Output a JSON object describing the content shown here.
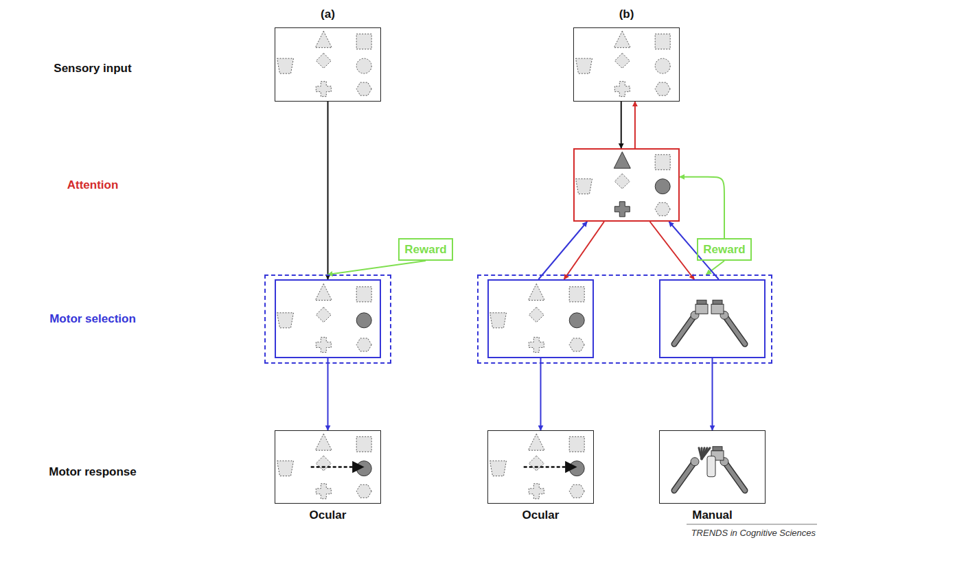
{
  "diagram": {
    "nodes": [
      {
        "text": [
          "(a)"
        ]
      },
      {
        "text": [
          "(b)"
        ]
      },
      {
        "text": []
      },
      {
        "text": [
          "Reward"
        ]
      },
      {
        "text": []
      },
      {
        "text": [],
        "in": 4
      },
      {
        "text": [
          "Reward"
        ]
      },
      {
        "text": []
      },
      {
        "text": [],
        "in": 7
      },
      {
        "text": [],
        "in": 7
      },
      {
        "text": [
          "Ocular"
        ]
      },
      {
        "text": [
          "Ocular"
        ]
      },
      {
        "text": [
          "Manual"
        ]
      }
    ],
    "edges": [
      {
        "from": 0,
        "to": 5,
        "arrow": "to"
      },
      {
        "from": 1,
        "to": 2,
        "arrow": "to"
      },
      {
        "from": 2,
        "to": 1,
        "arrow": "to"
      },
      {
        "from": 3,
        "to": 4,
        "arrow": "to"
      },
      {
        "from": 6,
        "to": 2,
        "arrow": "to"
      },
      {
        "from": 6,
        "to": 7,
        "arrow": "to"
      },
      {
        "from": 2,
        "to": 8,
        "arrow": "to"
      },
      {
        "from": 8,
        "to": 2,
        "arrow": "to"
      },
      {
        "from": 2,
        "to": 9,
        "arrow": "to"
      },
      {
        "from": 9,
        "to": 2,
        "arrow": "to"
      },
      {
        "from": 5,
        "to": 10,
        "arrow": "to"
      },
      {
        "from": 8,
        "to": 11,
        "arrow": "to"
      },
      {
        "from": 9,
        "to": 12,
        "arrow": "to"
      }
    ],
    "labels": [
      "Sensory input",
      "Attention",
      "Motor selection",
      "Motor response",
      "TRENDS in Cognitive Sciences"
    ]
  }
}
